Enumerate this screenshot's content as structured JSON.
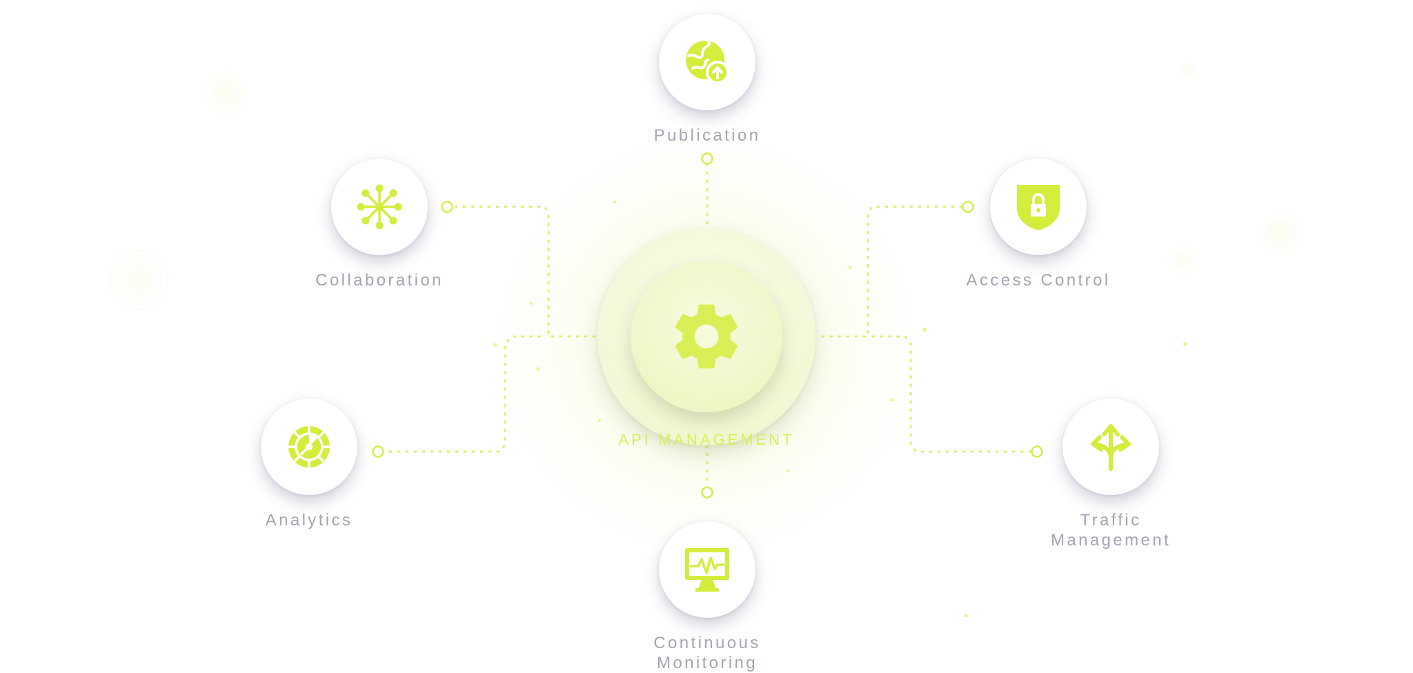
{
  "hub": {
    "label": "API Management",
    "icon": "gear-icon"
  },
  "nodes": [
    {
      "id": "publication",
      "label": "Publication",
      "icon": "globe-upload-icon"
    },
    {
      "id": "collaboration",
      "label": "Collaboration",
      "icon": "network-hub-icon"
    },
    {
      "id": "access-control",
      "label": "Access Control",
      "icon": "shield-lock-icon"
    },
    {
      "id": "analytics",
      "label": "Analytics",
      "icon": "pie-chart-icon"
    },
    {
      "id": "traffic-management",
      "label": "Traffic\nManagement",
      "icon": "split-arrows-icon"
    },
    {
      "id": "continuous-monitoring",
      "label": "Continuous\nMonitoring",
      "icon": "monitor-pulse-icon"
    }
  ],
  "colors": {
    "accent": "#d4ec3c",
    "accent_soft": "#e4f37a",
    "label": "#a2a6b3",
    "node_bg": "#ffffff"
  }
}
